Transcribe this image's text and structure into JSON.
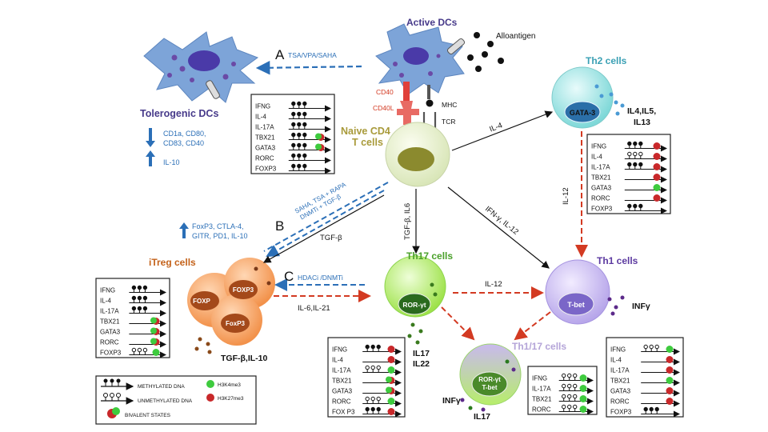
{
  "cells": {
    "active_dcs": "Active DCs",
    "alloantigen": "Alloantigen",
    "tolerogenic_dcs": "Tolerogenic DCs",
    "naive_cd4_line1": "Naive CD4",
    "naive_cd4_line2": "T cells",
    "th2": "Th2 cells",
    "th1": "Th1 cells",
    "th17": "Th17 cells",
    "th1_17": "Th1/17 cells",
    "itreg": "iTreg cells"
  },
  "molecules": {
    "cd40": "CD40",
    "cd40l": "CD40L",
    "mhc": "MHC",
    "tcr": "TCR",
    "gata3": "GATA-3",
    "tbet": "T-bet",
    "roryt": "ROR-γt",
    "roryt_tbet_1": "ROR-γt",
    "roryt_tbet_2": "T-bet",
    "foxp3": "FOXP3",
    "foxp3_short": "FOXP",
    "foxp3_mixed": "FoxP3"
  },
  "cytokines": {
    "th2_out_1": "IL4,IL5,",
    "th2_out_2": "IL13",
    "th1_out": "INFγ",
    "th17_out_1": "IL17",
    "th17_out_2": "IL22",
    "th1_17_infg": "INFγ",
    "th1_17_il17": "IL17",
    "itreg_out": "TGF-β,IL-10"
  },
  "arrows": {
    "il4": "IL-4",
    "il12_th2_th1": "IL-12",
    "tgfb_il6": "TGF-β, IL6",
    "ifng_il12": "IFN-γ, IL-12",
    "il12_th17_th1": "IL-12",
    "tgfb": "TGF-β",
    "il6_il21": "IL-6,IL-21"
  },
  "treatments": {
    "a_letter": "A",
    "a_label": "TSA/VPA/SAHA",
    "b_letter": "B",
    "b_line1": "SAHA, TSA + RAPA",
    "b_line2": "DNMTi + TGF-β",
    "c_letter": "C",
    "c_label": "HDACi /DNMTi"
  },
  "markers": {
    "dc_down_1": "CD1a, CD80,",
    "dc_down_2": "CD83, CD40",
    "dc_up": "IL-10",
    "treg_up_1": "FoxP3, CTLA-4,",
    "treg_up_2": "GITR, PD1, IL-10"
  },
  "legend": {
    "methylated": "METHYLATED DNA",
    "unmethylated": "UNMETHYLATED DNA",
    "bivalent": "BIVALENT STATES",
    "h3k4": "H3K4me3",
    "h3k27": "H3K27me3"
  },
  "gene_boxes": {
    "naive": [
      "IFNG",
      "IL-4",
      "IL-17A",
      "TBX21",
      "GATA3",
      "RORC",
      "FOXP3"
    ],
    "th2": [
      "IFNG",
      "IL-4",
      "IL-17A",
      "TBX21",
      "GATA3",
      "RORC",
      "FOXP3"
    ],
    "treg": [
      "IFNG",
      "IL-4",
      "IL-17A",
      "TBX21",
      "GATA3",
      "RORC",
      "FOXP3"
    ],
    "th17": [
      "IFNG",
      "IL-4",
      "IL-17A",
      "TBX21",
      "GATA3",
      "RORC",
      "FOX P3"
    ],
    "th1_17": [
      "IFNG",
      "IL-17A",
      "TBX21",
      "RORC"
    ],
    "th1": [
      "IFNG",
      "IL-4",
      "IL-17A",
      "TBX21",
      "GATA3",
      "RORC",
      "FOXP3"
    ]
  },
  "colors": {
    "blue_text": "#2b6fb7",
    "red_arrow": "#d33a22",
    "green_mark": "#3ecb3e",
    "red_mark": "#c8282a",
    "dc_fill": "#7da4d8"
  }
}
